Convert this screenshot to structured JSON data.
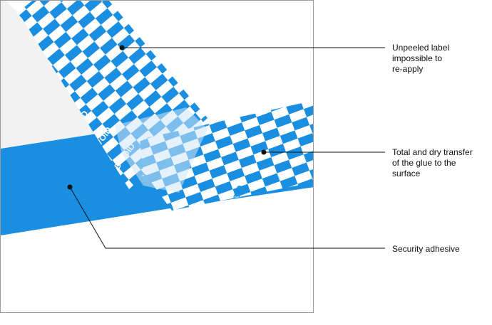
{
  "colors": {
    "tape_blue": "#1a8ee0",
    "adhesive_blue": "#1a8ee0",
    "print_white": "#ffffff",
    "leader_line": "#111111",
    "frame_border": "#9a9a9a"
  },
  "tape_print": "OPENED VOID",
  "callouts": [
    {
      "line1": "Unpeeled label",
      "line2": "impossible to",
      "line3": "re-apply"
    },
    {
      "line1": "Total and dry transfer",
      "line2": "of the glue to the",
      "line3": "surface"
    },
    {
      "line1": "Security adhesive"
    }
  ]
}
